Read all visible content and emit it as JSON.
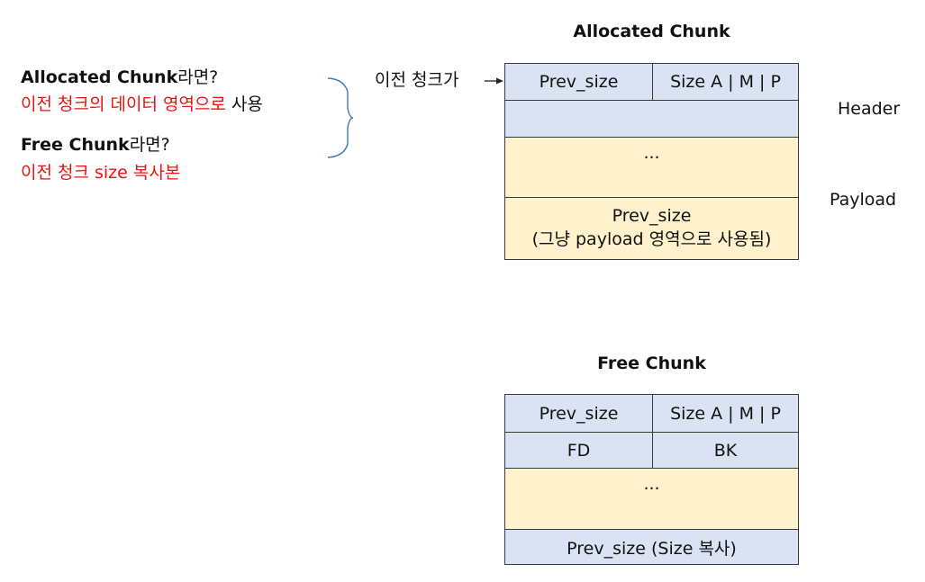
{
  "notes": {
    "allocated_title": "Allocated Chunk",
    "allocated_suffix": "라면?",
    "allocated_desc_red": "이전 청크의 데이터 영역으로",
    "allocated_desc_black": " 사용",
    "free_title": "Free Chunk",
    "free_suffix": "라면?",
    "free_desc": "이전 청크 size 복사본"
  },
  "arrow_label": "이전 청크가",
  "allocated_chunk": {
    "title": "Allocated Chunk",
    "prev_size": "Prev_size",
    "size_flags": "Size A | M | P",
    "ellipsis": "...",
    "last_line1": "Prev_size",
    "last_line2": "(그냥 payload 영역으로 사용됨)"
  },
  "side_labels": {
    "header": "Header",
    "payload": "Payload"
  },
  "free_chunk": {
    "title": "Free Chunk",
    "prev_size": "Prev_size",
    "size_flags": "Size A | M | P",
    "fd": "FD",
    "bk": "BK",
    "ellipsis": "...",
    "last": "Prev_size (Size 복사)"
  },
  "colors": {
    "header_fill": "#dae3f3",
    "payload_fill": "#fff2cc",
    "note_red": "#e8140f",
    "brace": "#4472c4"
  }
}
